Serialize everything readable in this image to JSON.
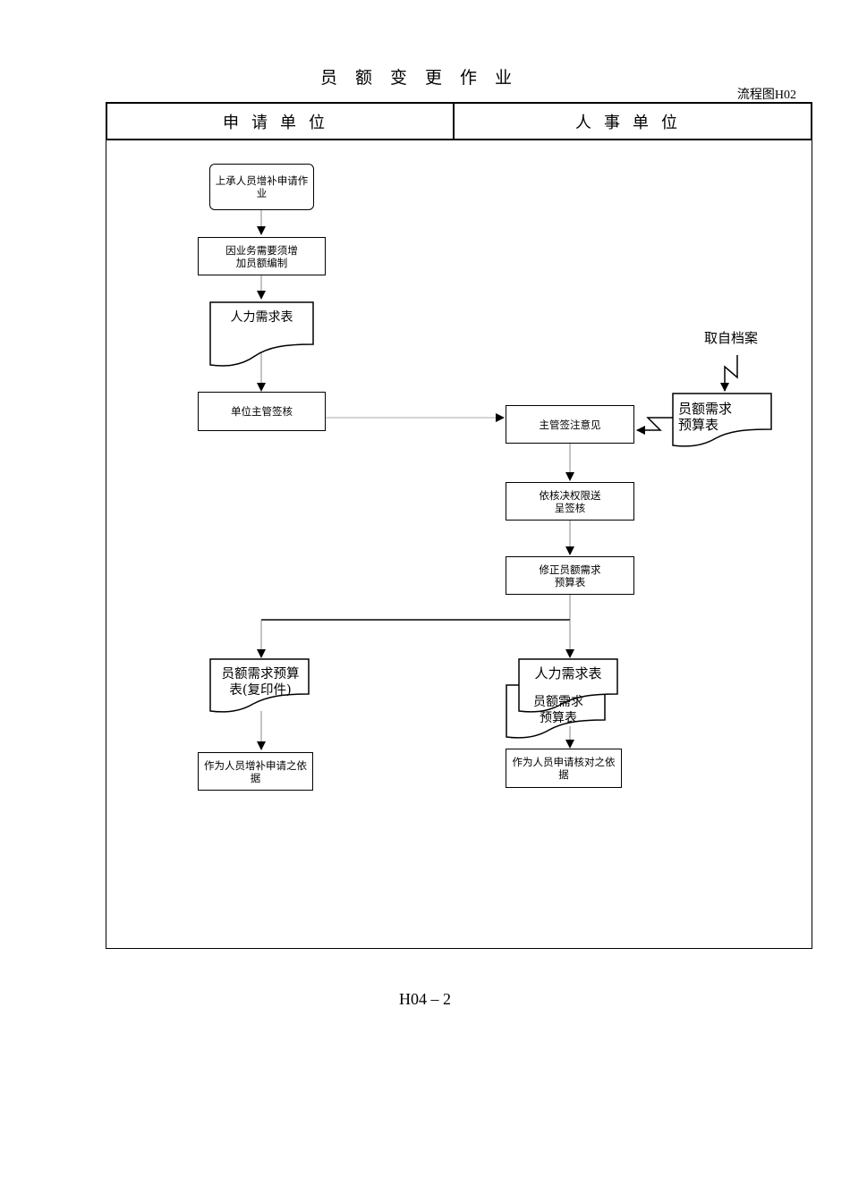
{
  "title": "员额变更作业",
  "chart_id": "流程图H02",
  "lanes": {
    "applicant": "申请单位",
    "hr": "人事单位"
  },
  "nodes": {
    "start": "上承人员增补申请作业",
    "need": "因业务需要须增加员额编制",
    "form_manpower": "人力需求表",
    "unit_review": "单位主管签核",
    "archive_label": "取自档案",
    "form_budget": "员额需求预算表",
    "supervisor_note": "主管签注意见",
    "approval": "依核决权限送呈签核",
    "revise_budget": "修正员额需求预算表",
    "budget_copy": "员额需求预算表(复印件)",
    "hr_form_front": "人力需求表",
    "hr_form_back": "员额需求预算表",
    "basis_applicant": "作为人员增补申请之依据",
    "basis_hr": "作为人员申请核对之依据"
  },
  "footer": "H04 – 2"
}
